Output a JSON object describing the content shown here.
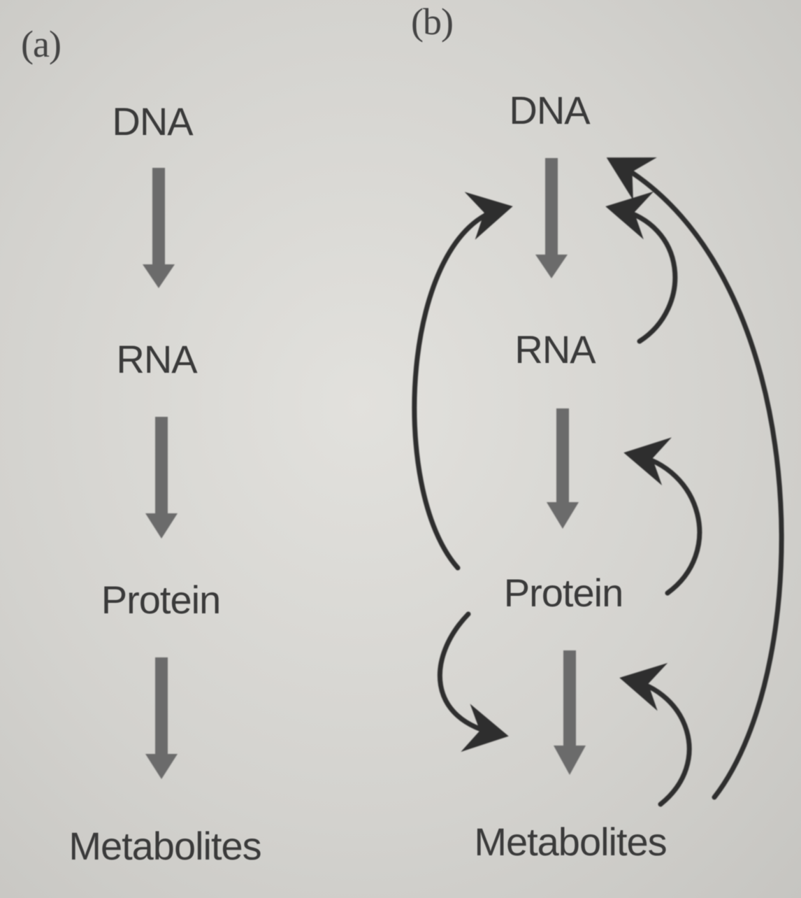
{
  "panels": [
    {
      "label": "(a)",
      "nodes": [
        "DNA",
        "RNA",
        "Protein",
        "Metabolites"
      ]
    },
    {
      "label": "(b)",
      "nodes": [
        "DNA",
        "RNA",
        "Protein",
        "Metabolites"
      ]
    }
  ],
  "colors": {
    "background": "#d6d5d1",
    "text": "#3a3a3a",
    "flow_arrow": "#6b6b6b",
    "feedback_arrow": "#2e2e2e"
  }
}
